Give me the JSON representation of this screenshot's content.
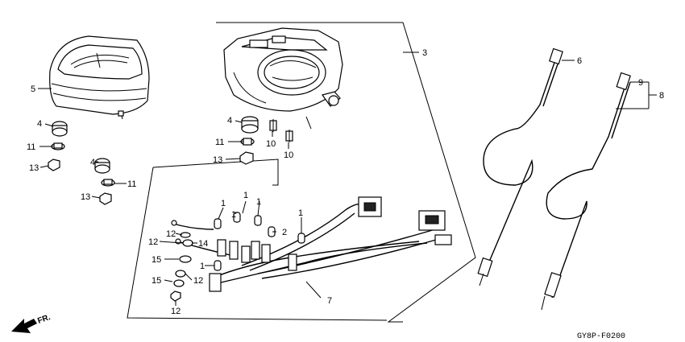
{
  "diagram": {
    "callouts": [
      "1",
      "2",
      "3",
      "4",
      "5",
      "6",
      "7",
      "8",
      "9",
      "10",
      "11",
      "12",
      "13",
      "14",
      "15"
    ],
    "direction_label": "FR.",
    "drawing_code": "GY8P-F0200"
  }
}
